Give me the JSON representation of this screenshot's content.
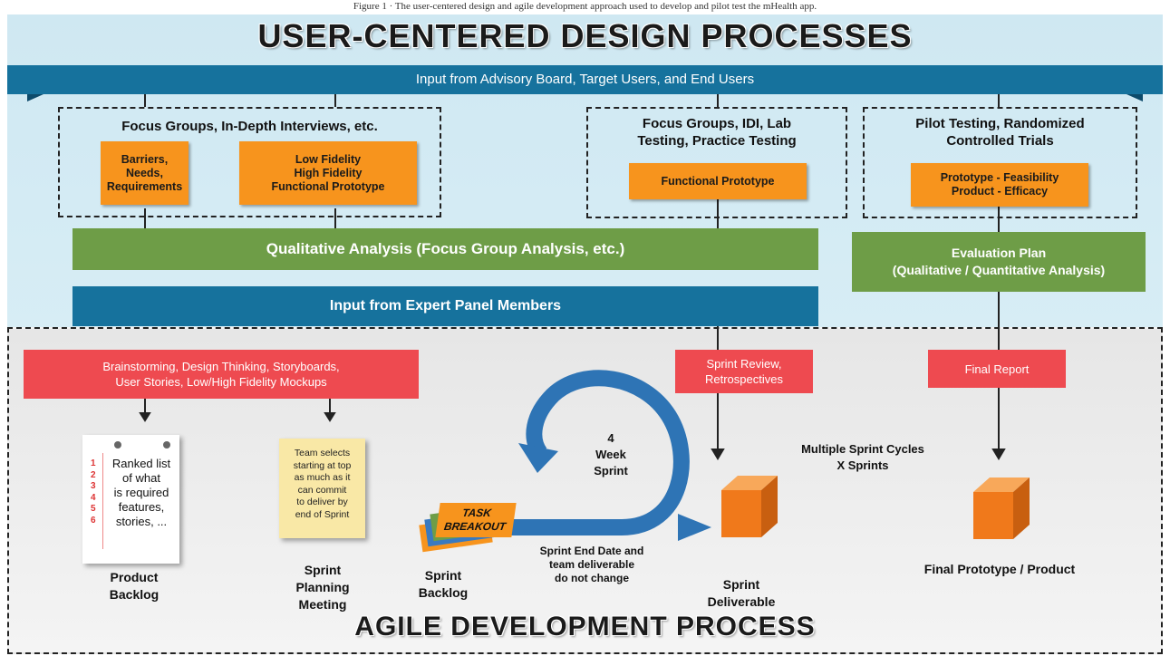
{
  "caption": "Figure 1 · The user-centered design and agile development approach used to develop and pilot test the mHealth app.",
  "title": "USER-CENTERED DESIGN PROCESSES",
  "input_banner": "Input from Advisory Board, Target Users, and End Users",
  "group1": {
    "header": "Focus Groups, In-Depth Interviews, etc.",
    "box_a": "Barriers,\nNeeds,\nRequirements",
    "box_b": "Low Fidelity\nHigh Fidelity\nFunctional Prototype"
  },
  "group2": {
    "header": "Focus Groups, IDI, Lab\nTesting, Practice Testing",
    "box": "Functional Prototype"
  },
  "group3": {
    "header": "Pilot Testing, Randomized\nControlled Trials",
    "box": "Prototype - Feasibility\nProduct - Efficacy"
  },
  "qualitative_bar": "Qualitative Analysis (Focus Group Analysis, etc.)",
  "expert_bar": "Input from Expert Panel Members",
  "evaluation_box": "Evaluation Plan\n(Qualitative / Quantitative Analysis)",
  "red_boxes": {
    "brainstorm": "Brainstorming, Design Thinking, Storyboards,\nUser Stories, Low/High Fidelity Mockups",
    "sprint_review": "Sprint Review,\nRetrospectives",
    "final_report": "Final Report"
  },
  "backlog_list": {
    "numbers": [
      "1",
      "2",
      "3",
      "4",
      "5",
      "6"
    ],
    "text": "Ranked list\nof what\nis required\nfeatures,\nstories, ..."
  },
  "sticky_note": "Team selects\nstarting at top\nas much as it\ncan commit\nto deliver by\nend of Sprint",
  "task_breakout": "TASK\nBREAKOUT",
  "sprint_loop": "4\nWeek\nSprint",
  "multiple_cycles": "Multiple Sprint Cycles\nX Sprints",
  "end_date_note": "Sprint End Date and\nteam deliverable\ndo not change",
  "labels": {
    "product_backlog": "Product\nBacklog",
    "sprint_planning": "Sprint\nPlanning\nMeeting",
    "sprint_backlog": "Sprint\nBacklog",
    "sprint_deliverable": "Sprint\nDeliverable",
    "final_product": "Final Prototype / Product"
  },
  "bottom_title": "AGILE DEVELOPMENT PROCESS",
  "colors": {
    "banner_blue": "#16729d",
    "orange": "#f7941d",
    "green": "#6e9d47",
    "red": "#ee4a50",
    "loop_blue": "#2e74b5"
  }
}
